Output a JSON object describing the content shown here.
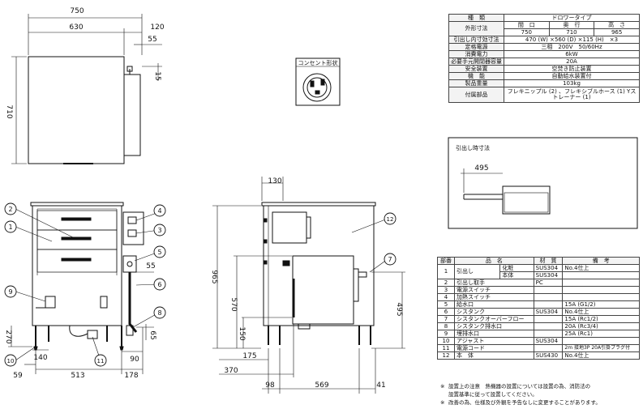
{
  "front_view": {
    "width_total": "750",
    "width_body": "630",
    "width_right": "120",
    "dim_55": "55",
    "dim_15": "15",
    "height_total": "710"
  },
  "outlet": {
    "label": "コンセント形状"
  },
  "side_view": {
    "dim_130": "130",
    "height_965": "965",
    "dim_570": "570",
    "dim_495": "495",
    "dim_150": "150",
    "dim_175": "175",
    "dim_370": "370",
    "dim_98": "98",
    "dim_569": "569",
    "dim_41": "41"
  },
  "elevation": {
    "dim_55": "55",
    "dim_270": "270",
    "dim_140": "140",
    "dim_59": "59",
    "dim_513": "513",
    "dim_178": "178",
    "dim_90": "90",
    "dim_65": "65"
  },
  "callouts": [
    "2",
    "1",
    "4",
    "3",
    "5",
    "6",
    "9",
    "8",
    "10",
    "11",
    "12",
    "7"
  ],
  "pullout": {
    "title": "引出し時寸法",
    "dim": "495"
  },
  "spec": {
    "type_label": "種　類",
    "type_value": "ドロワータイプ",
    "size_label": "外形寸法",
    "size_cols": [
      "間　口",
      "奥　行",
      "高　さ"
    ],
    "size_vals": [
      "750",
      "710",
      "965"
    ],
    "inner_label": "引出し内寸効寸法",
    "inner_value": "470 (W) ×560 (D) ×115 (H)　×3",
    "power_label": "定格電源",
    "power_value": "三相　200V　50/60Hz",
    "consumption_label": "消費電力",
    "consumption_value": "6kW",
    "breaker_label": "必要手元開閉器容量",
    "breaker_value": "20A",
    "safety_label": "安全装置",
    "safety_value": "空焚き防止装置",
    "function_label": "機　能",
    "function_value": "自動給水装置付",
    "weight_label": "製品重量",
    "weight_value": "103kg",
    "acc_label": "付属部品",
    "acc_value": "フレキニップル (2) 、フレキシブルホース (1) Yストレーナー (1)"
  },
  "parts": {
    "headers": [
      "部番",
      "品　名",
      "材　質",
      "備　考"
    ],
    "rows": [
      {
        "no": "1",
        "name": "引出し",
        "sub": "化粧",
        "mat": "SUS304",
        "note": "No.4仕上"
      },
      {
        "no": "",
        "name": "",
        "sub": "本体",
        "mat": "SUS304",
        "note": ""
      },
      {
        "no": "2",
        "name": "引出し取手",
        "sub": "",
        "mat": "PC",
        "note": ""
      },
      {
        "no": "3",
        "name": "電源スイッチ",
        "sub": "",
        "mat": "",
        "note": ""
      },
      {
        "no": "4",
        "name": "加熱スイッチ",
        "sub": "",
        "mat": "",
        "note": ""
      },
      {
        "no": "5",
        "name": "給水口",
        "sub": "",
        "mat": "",
        "note": "15A (G1/2)"
      },
      {
        "no": "6",
        "name": "シスタンク",
        "sub": "",
        "mat": "SUS304",
        "note": "No.4仕上"
      },
      {
        "no": "7",
        "name": "シスタンクオーバーフロー",
        "sub": "",
        "mat": "",
        "note": "15A (Rc1/2)"
      },
      {
        "no": "8",
        "name": "シスタンク排水口",
        "sub": "",
        "mat": "",
        "note": "20A (Rc3/4)"
      },
      {
        "no": "9",
        "name": "埋排水口",
        "sub": "",
        "mat": "",
        "note": "25A (Rc1)"
      },
      {
        "no": "10",
        "name": "アジャスト",
        "sub": "",
        "mat": "SUS304",
        "note": ""
      },
      {
        "no": "11",
        "name": "電源コード",
        "sub": "",
        "mat": "",
        "note": "2m 接地3P 20A引掛プラグ付"
      },
      {
        "no": "12",
        "name": "本　体",
        "sub": "",
        "mat": "SUS430",
        "note": "No.4仕上"
      }
    ]
  },
  "notes": {
    "mark": "※",
    "line1": "設置上の注意　熱機器の設置については設置の為、消防法の",
    "line2": "設置基準に従って設置してください。",
    "line3": "改善の為、仕様及び外観を予告なしに変更することがあります。"
  },
  "colors": {
    "line": "#111111",
    "tank_fill": "#ffffff",
    "body_fill": "#ffffff"
  }
}
